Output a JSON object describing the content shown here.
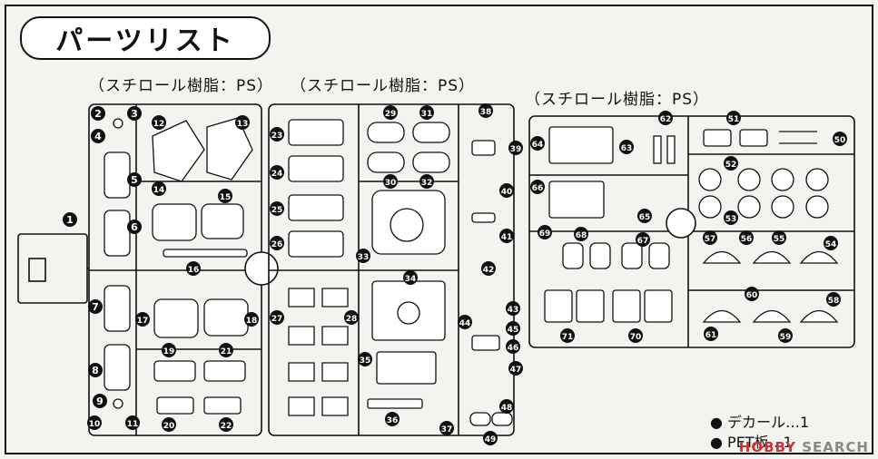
{
  "header": {
    "title": "パーツリスト"
  },
  "runners": [
    {
      "material": "（スチロール樹脂：PS）"
    },
    {
      "material": "（スチロール樹脂：PS）"
    },
    {
      "material": "（スチロール樹脂：PS）"
    }
  ],
  "parts": {
    "runner_a": [
      "1",
      "2",
      "3",
      "4",
      "5",
      "6",
      "7",
      "8",
      "9",
      "10",
      "11",
      "12",
      "13",
      "14",
      "15",
      "16",
      "17",
      "18",
      "19",
      "20",
      "21",
      "22"
    ],
    "runner_b": [
      "23",
      "24",
      "25",
      "26",
      "27",
      "28",
      "29",
      "30",
      "31",
      "32",
      "33",
      "34",
      "35",
      "36",
      "37",
      "38",
      "39",
      "40",
      "41",
      "42",
      "43",
      "44",
      "45",
      "46",
      "47",
      "48",
      "49"
    ],
    "runner_c": [
      "50",
      "51",
      "52",
      "53",
      "54",
      "55",
      "56",
      "57",
      "58",
      "59",
      "60",
      "61",
      "62",
      "63",
      "64",
      "65",
      "66",
      "67",
      "68",
      "69",
      "70",
      "71"
    ]
  },
  "accessories": [
    {
      "label": "デカール…1"
    },
    {
      "label": "PET板…1"
    }
  ],
  "watermark": {
    "logo": "HOBBY",
    "text": "SEARCH"
  }
}
